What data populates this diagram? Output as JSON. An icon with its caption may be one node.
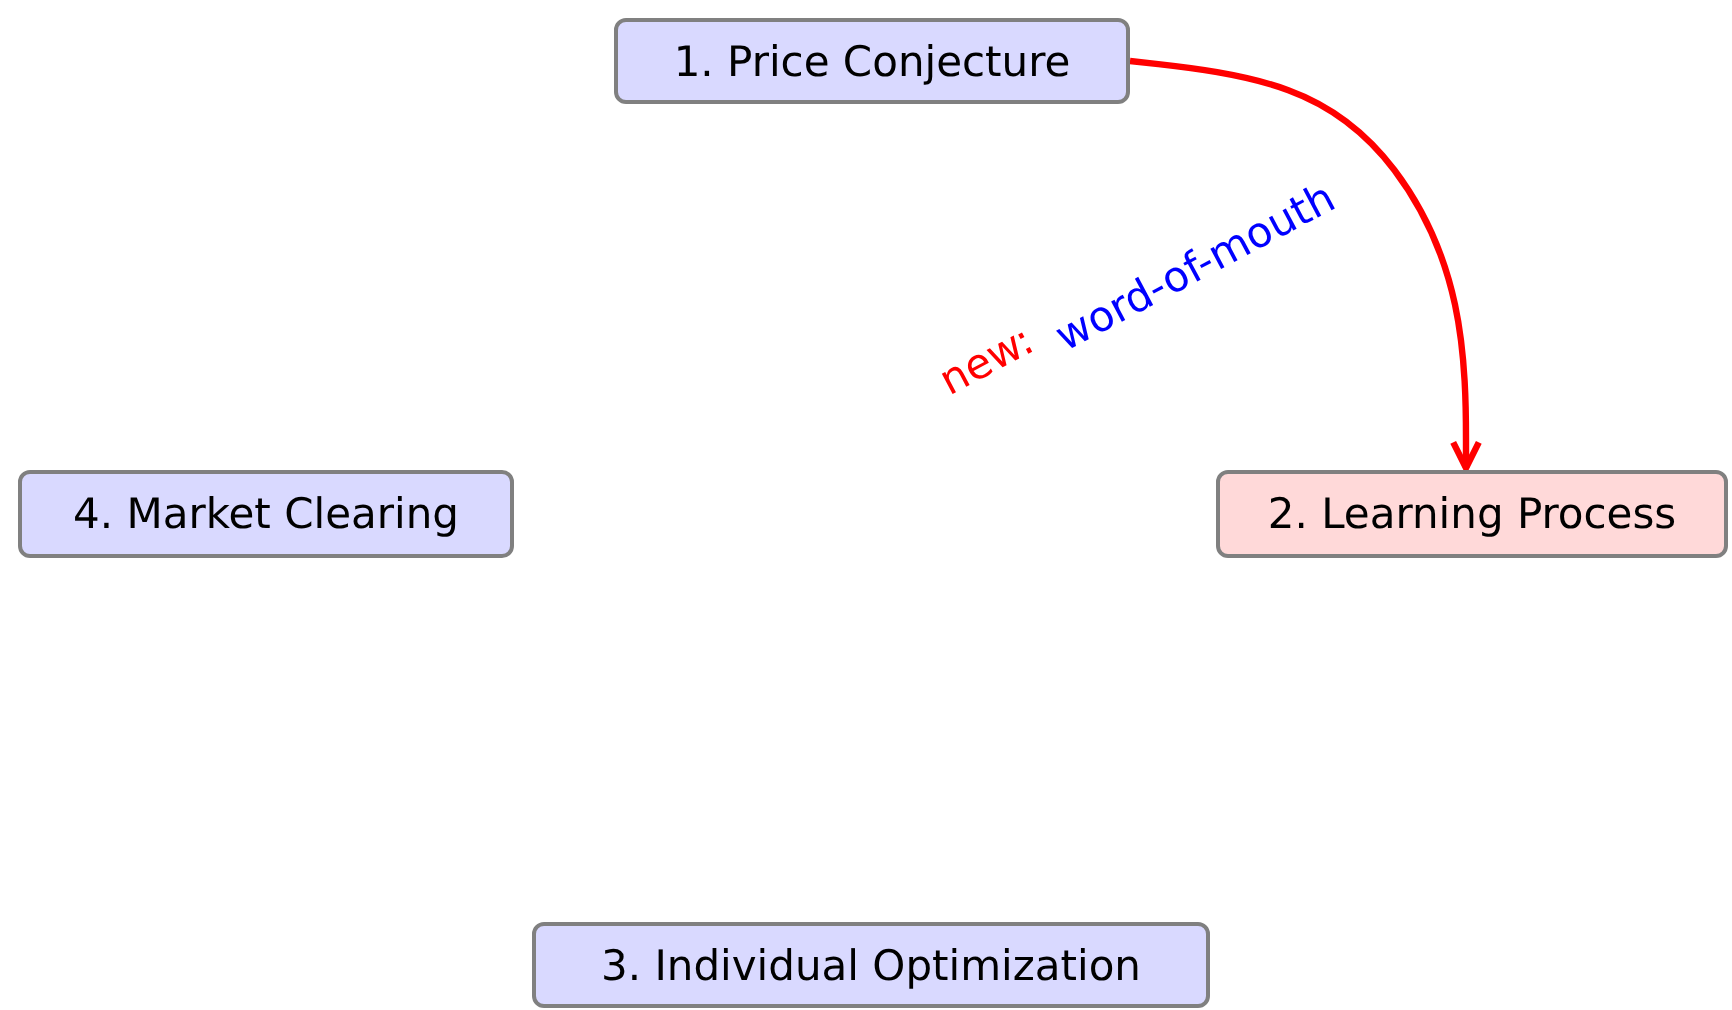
{
  "diagram": {
    "nodes": [
      {
        "text": [
          "1. Price Conjecture"
        ]
      },
      {
        "text": [
          "2. Learning Process"
        ]
      },
      {
        "text": [
          "3. Individual Optimization"
        ]
      },
      {
        "text": [
          "4. Market Clearing"
        ]
      }
    ],
    "edges": [
      {
        "from": 0,
        "to": 1,
        "arrow": "to",
        "label": "word-of-mouth",
        "color": "#ff0000"
      }
    ],
    "labels": [
      "new:"
    ]
  }
}
